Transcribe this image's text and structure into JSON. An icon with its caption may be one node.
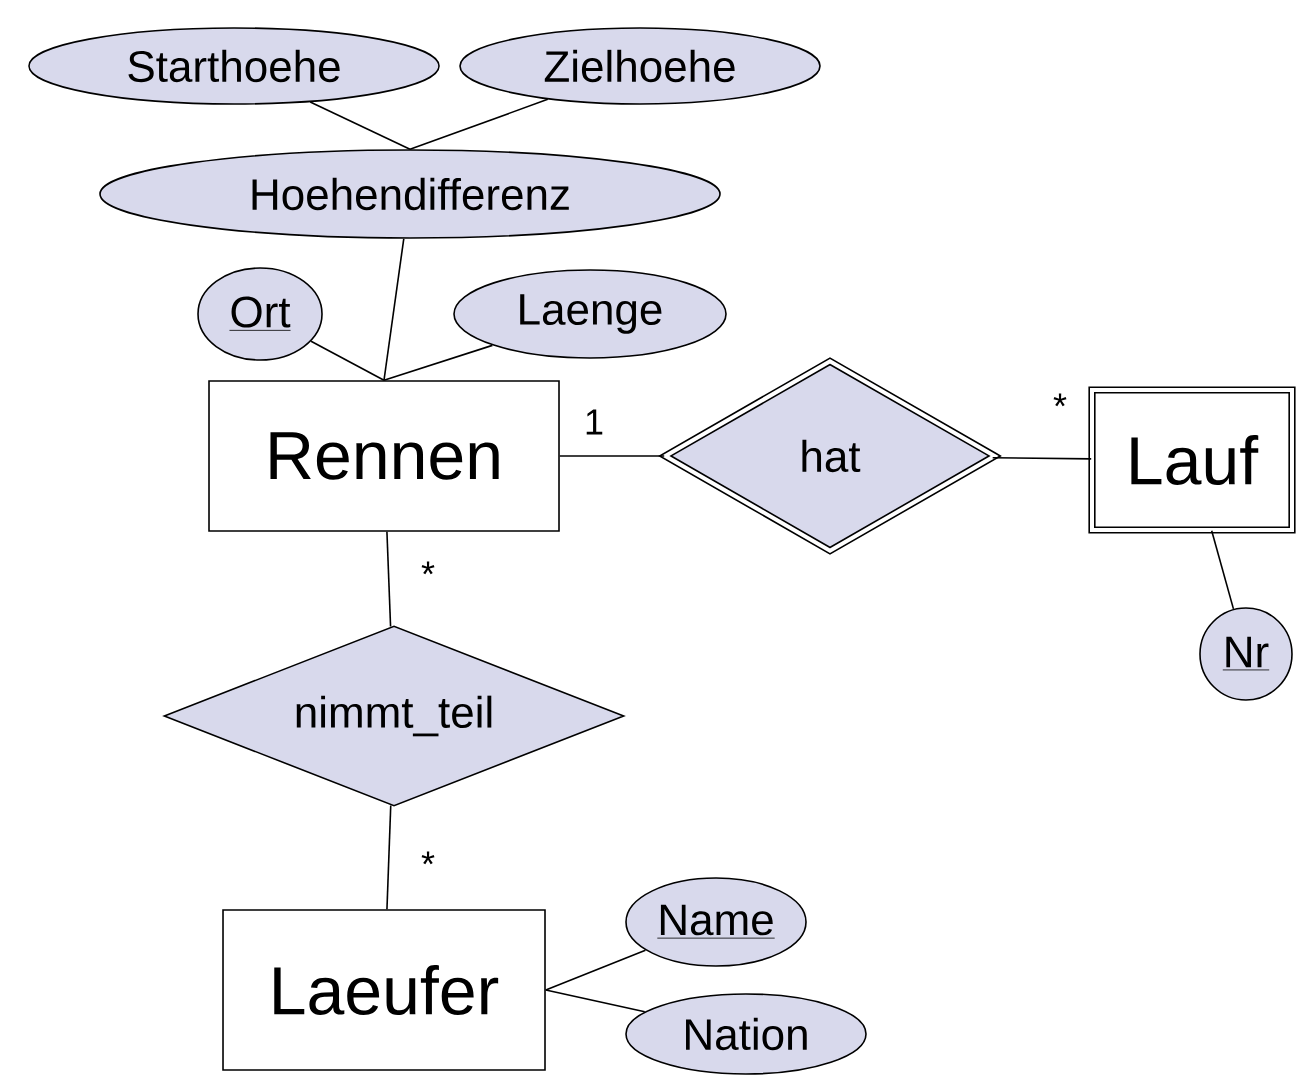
{
  "diagram": {
    "nodes": [
      {
        "text": [
          "Starthoehe"
        ]
      },
      {
        "text": [
          "Zielhoehe"
        ]
      },
      {
        "text": [
          "Hoehendifferenz"
        ]
      },
      {
        "text": [
          "Ort"
        ]
      },
      {
        "text": [
          "Laenge"
        ]
      },
      {
        "text": [
          "Rennen"
        ]
      },
      {
        "text": [
          "hat"
        ]
      },
      {
        "text": [
          "Lauf"
        ]
      },
      {
        "text": [
          "Nr"
        ]
      },
      {
        "text": [
          "nimmt_teil"
        ]
      },
      {
        "text": [
          "Laeufer"
        ]
      },
      {
        "text": [
          "Name"
        ]
      },
      {
        "text": [
          "Nation"
        ]
      }
    ],
    "edges": [
      {
        "from": 2,
        "to": 0,
        "arrow": "none"
      },
      {
        "from": 2,
        "to": 1,
        "arrow": "none"
      },
      {
        "from": 5,
        "to": 2,
        "arrow": "none"
      },
      {
        "from": 5,
        "to": 3,
        "arrow": "none"
      },
      {
        "from": 5,
        "to": 4,
        "arrow": "none"
      },
      {
        "from": 5,
        "to": 6,
        "arrow": "none",
        "label": "1"
      },
      {
        "from": 6,
        "to": 7,
        "arrow": "none",
        "label": "*"
      },
      {
        "from": 7,
        "to": 8,
        "arrow": "none"
      },
      {
        "from": 5,
        "to": 9,
        "arrow": "none",
        "label": "*"
      },
      {
        "from": 9,
        "to": 10,
        "arrow": "none",
        "label": "*"
      },
      {
        "from": 10,
        "to": 11,
        "arrow": "none"
      },
      {
        "from": 10,
        "to": 12,
        "arrow": "none"
      }
    ]
  }
}
